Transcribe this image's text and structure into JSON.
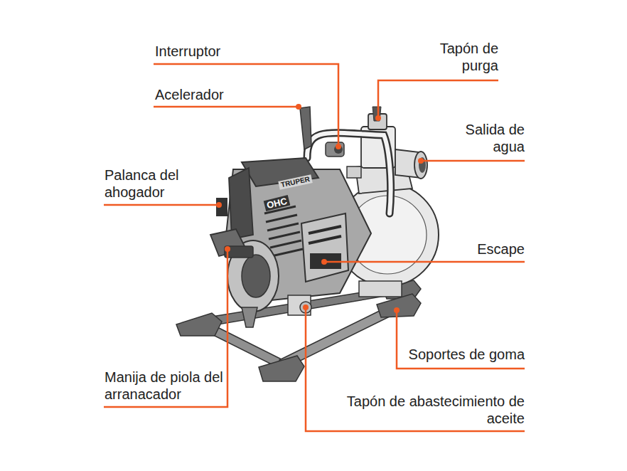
{
  "diagram": {
    "labels": [
      "Interruptor",
      "Tapón de purga",
      "Acelerador",
      "Salida de agua",
      "Palanca del ahogador",
      "TRUPER",
      "OHC",
      "Escape",
      "Soportes de goma",
      "Manija de piola del arranacador",
      "Tapón de abastecimiento de aceite"
    ]
  }
}
